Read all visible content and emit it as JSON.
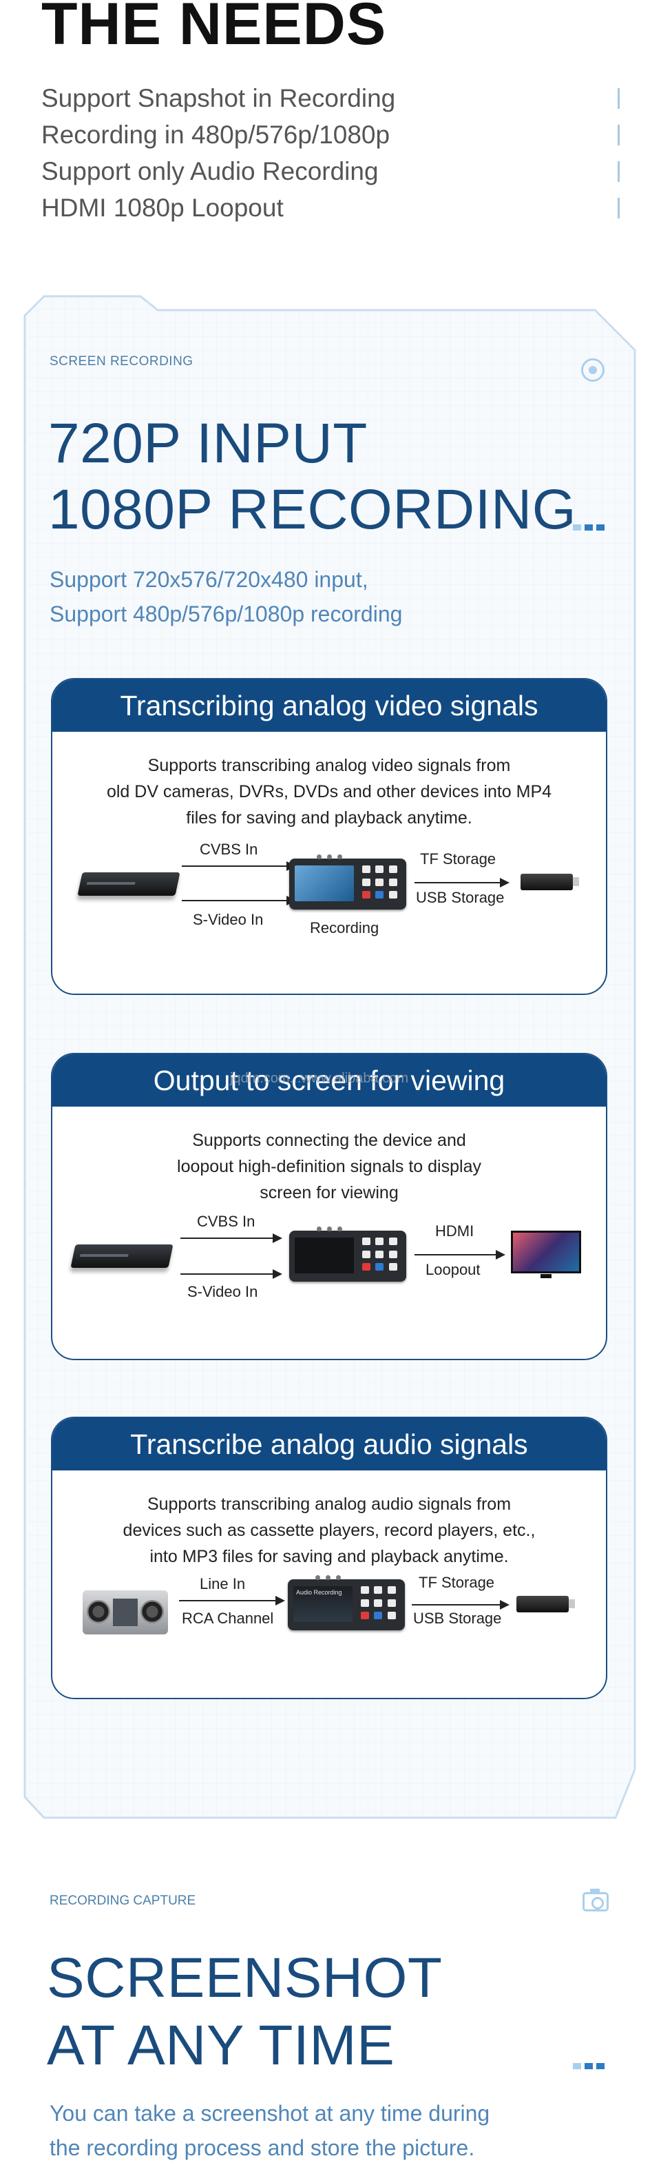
{
  "needs": {
    "title": "THE NEEDS",
    "items": [
      "Support Snapshot in Recording",
      "Recording in 480p/576p/1080p",
      "Support only Audio Recording",
      "HDMI 1080p Loopout"
    ]
  },
  "screen_recording": {
    "tag": "SCREEN RECORDING",
    "title_line1": "720P INPUT",
    "title_line2": "1080P RECORDING",
    "subtitle_line1": "Support 720x576/720x480 input,",
    "subtitle_line2": "Support 480p/576p/1080p recording"
  },
  "features": [
    {
      "title": "Transcribing analog video signals",
      "desc_lines": [
        "Supports transcribing analog video signals from",
        "old DV cameras, DVRs, DVDs and other devices into MP4",
        "files for saving and playback anytime."
      ],
      "in_top": "CVBS  In",
      "in_bottom": "S-Video In",
      "device_label": "Recording",
      "out_top": "TF Storage",
      "out_bottom": "USB Storage"
    },
    {
      "title": "Output to screen for viewing",
      "desc_lines": [
        "Supports connecting the device and",
        "loopout high-definition signals to display",
        "screen for viewing"
      ],
      "in_top": "CVBS In",
      "in_bottom": "S-Video In",
      "out_top": "HDMI",
      "out_bottom": "Loopout"
    },
    {
      "title": "Transcribe analog audio signals",
      "desc_lines": [
        "Supports transcribing analog audio signals from",
        "devices such as cassette players, record players, etc.,",
        "into MP3 files for saving and playback anytime."
      ],
      "in_top": "Line In",
      "in_bottom": "RCA Channel",
      "device_screen_text": "Audio Recording",
      "out_top": "TF Storage",
      "out_bottom": "USB Storage"
    }
  ],
  "watermark": "jqdm.com...www.alibaba.com",
  "recording_capture": {
    "tag": "RECORDING CAPTURE",
    "title_line1": "SCREENSHOT",
    "title_line2": "AT ANY TIME",
    "subtitle_line1": "You can take a screenshot at any time during",
    "subtitle_line2": "the recording process and store the picture."
  },
  "colors": {
    "primary": "#114a83",
    "accent": "#4f86b8",
    "light_accent": "#a9d0ee"
  }
}
